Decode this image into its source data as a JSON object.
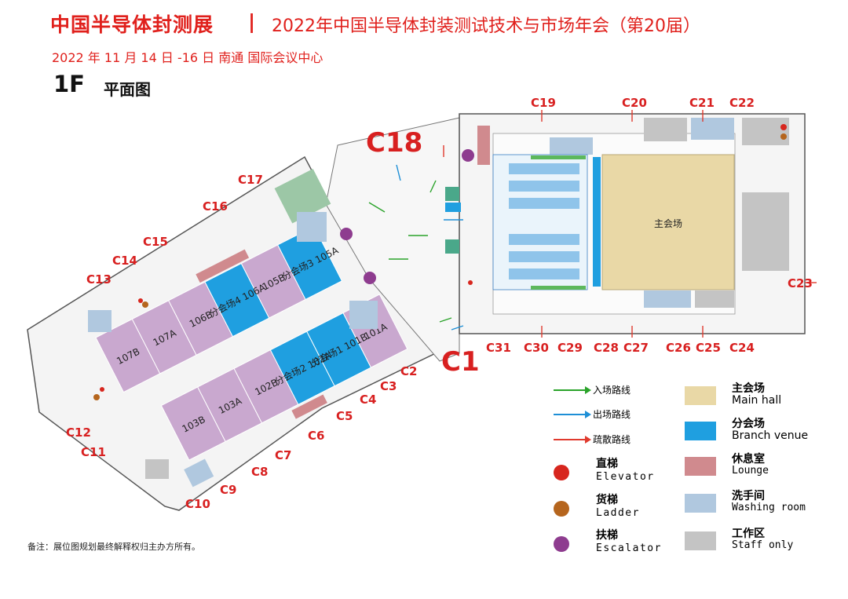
{
  "header": {
    "brand": "中国半导体封测展",
    "separator": "|",
    "title": "2022年中国半导体封装测试技术与市场年会（第20届）",
    "subtitle": "2022 年 11 月 14 日 -16 日  南通 国际会议中心",
    "floor": "1F",
    "floor_label": "平面图"
  },
  "halls": {
    "main": "主会场",
    "h101A": "101A",
    "h101B": "分会场1 101B",
    "h102A": "分会场2 102A",
    "h102B": "102B",
    "h103A": "103A",
    "h103B": "103B",
    "h105A": "分会场3 105A",
    "h105B": "105B",
    "h106A": "分会场4 106A",
    "h106B": "106B",
    "h107A": "107A",
    "h107B": "107B"
  },
  "gates": {
    "C1": "C1",
    "C2": "C2",
    "C3": "C3",
    "C4": "C4",
    "C5": "C5",
    "C6": "C6",
    "C7": "C7",
    "C8": "C8",
    "C9": "C9",
    "C10": "C10",
    "C11": "C11",
    "C12": "C12",
    "C13": "C13",
    "C14": "C14",
    "C15": "C15",
    "C16": "C16",
    "C17": "C17",
    "C18": "C18",
    "C19": "C19",
    "C20": "C20",
    "C21": "C21",
    "C22": "C22",
    "C23": "C23",
    "C24": "C24",
    "C25": "C25",
    "C26": "C26",
    "C27": "C27",
    "C28": "C28",
    "C29": "C29",
    "C30": "C30",
    "C31": "C31"
  },
  "legend": {
    "routes": [
      {
        "label": "入场路线",
        "color": "#2aa32a"
      },
      {
        "label": "出场路线",
        "color": "#1e8fd6"
      },
      {
        "label": "疏散路线",
        "color": "#e03a2e"
      }
    ],
    "lifts": [
      {
        "zh": "直梯",
        "en": "Elevator",
        "color": "#d7261e"
      },
      {
        "zh": "货梯",
        "en": "Ladder",
        "color": "#b5651d"
      },
      {
        "zh": "扶梯",
        "en": "Escalator",
        "color": "#8e3c8f"
      }
    ],
    "areas": [
      {
        "zh": "主会场",
        "en": "Main hall",
        "color": "#e9d8a6"
      },
      {
        "zh": "分会场",
        "en": "Branch venue",
        "color": "#1f9fe0"
      },
      {
        "zh": "休息室",
        "en": "Lounge",
        "color": "#d08a8e"
      },
      {
        "zh": "洗手间",
        "en": "Washing room",
        "color": "#b0c8df"
      },
      {
        "zh": "工作区",
        "en": "Staff only",
        "color": "#c4c4c4"
      }
    ]
  },
  "note": "备注：展位图规划最终解释权归主办方所有。"
}
